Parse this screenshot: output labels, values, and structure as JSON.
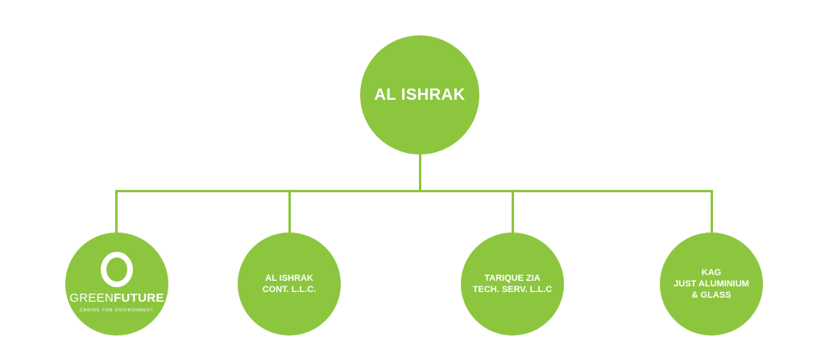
{
  "colors": {
    "accent": "#8cc63f"
  },
  "root": {
    "label": "AL ISHRAK"
  },
  "children": [
    {
      "logo_icon": "g-letter-icon",
      "logo_text_light": "GREEN",
      "logo_text_bold": "FUTURE",
      "tagline": "CARING FOR ENVIRONMENT"
    },
    {
      "label": "AL ISHRAK\nCONT. L.L.C."
    },
    {
      "label": "TARIQUE ZIA\nTECH. SERV. L.L.C"
    },
    {
      "label": "KAG\nJUST ALUMINIUM\n& GLASS"
    }
  ]
}
